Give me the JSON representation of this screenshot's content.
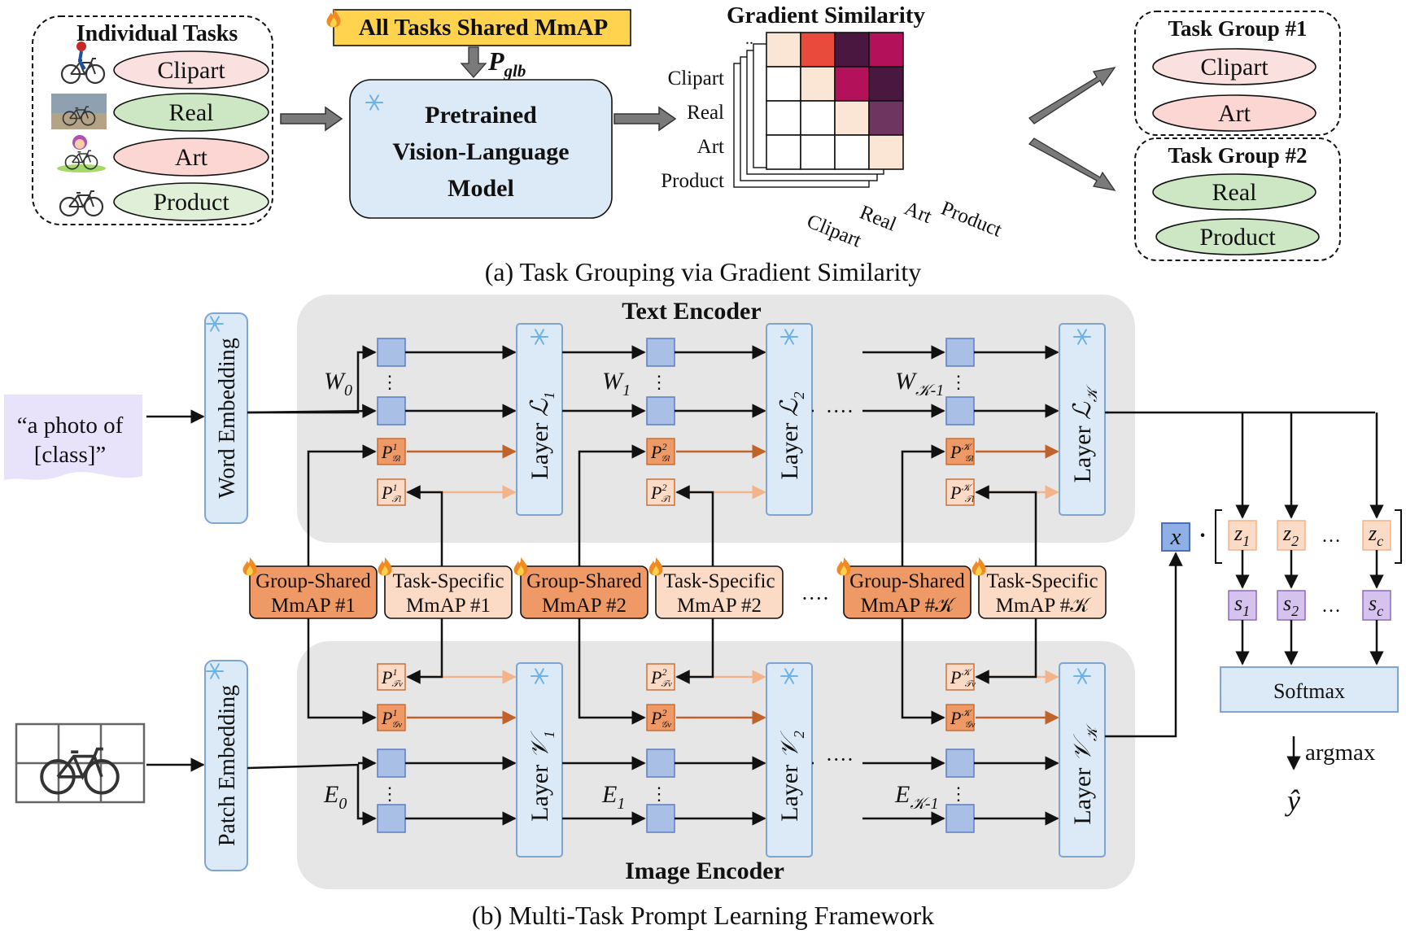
{
  "part_a": {
    "caption": "(a) Task Grouping via Gradient Similarity",
    "individual_tasks": {
      "title": "Individual Tasks",
      "tasks": [
        "Clipart",
        "Real",
        "Art",
        "Product"
      ]
    },
    "shared_mmap_label": "All Tasks Shared MmAP",
    "p_glb": "P",
    "p_glb_sub": "glb",
    "model": {
      "line1": "Pretrained",
      "line2": "Vision-Language",
      "line3": "Model"
    },
    "gradient_similarity": {
      "title": "Gradient Similarity",
      "row_labels": [
        "Clipart",
        "Real",
        "Art",
        "Product"
      ],
      "col_labels": [
        "Clipart",
        "Real",
        "Art",
        "Product"
      ],
      "ellipsis": ".."
    },
    "task_groups": [
      {
        "title": "Task Group #1",
        "members": [
          "Clipart",
          "Art"
        ]
      },
      {
        "title": "Task Group #2",
        "members": [
          "Real",
          "Product"
        ]
      }
    ]
  },
  "part_b": {
    "caption": "(b) Multi-Task Prompt Learning Framework",
    "text_encoder_title": "Text Encoder",
    "image_encoder_title": "Image Encoder",
    "text_input": {
      "line1": "“a photo of",
      "line2": "[class]”"
    },
    "word_embedding": "Word Embedding",
    "patch_embedding": "Patch Embedding",
    "text_layers": [
      {
        "word": "Layer",
        "sym": "ℒ",
        "idx": "1"
      },
      {
        "word": "Layer",
        "sym": "ℒ",
        "idx": "2"
      },
      {
        "word": "Layer",
        "sym": "ℒ",
        "idx": "𝒦"
      }
    ],
    "image_layers": [
      {
        "word": "Layer",
        "sym": "𝒱",
        "idx": "1"
      },
      {
        "word": "Layer",
        "sym": "𝒱",
        "idx": "2"
      },
      {
        "word": "Layer",
        "sym": "𝒱",
        "idx": "𝒦"
      }
    ],
    "text_weights": [
      {
        "sym": "W",
        "sub": "0"
      },
      {
        "sym": "W",
        "sub": "1"
      },
      {
        "sym": "W",
        "sub": "𝒦-1"
      }
    ],
    "image_embeds": [
      {
        "sym": "E",
        "sub": "0"
      },
      {
        "sym": "E",
        "sub": "1"
      },
      {
        "sym": "E",
        "sub": "𝒦-1"
      }
    ],
    "prompt_sups": [
      "1",
      "2",
      "𝒦"
    ],
    "prompt_g_text_sub": "𝒢l",
    "prompt_t_text_sub": "𝒯l",
    "prompt_t_img_sub": "𝒯v",
    "prompt_g_img_sub": "𝒢v",
    "mmap_modules": [
      {
        "group_line1": "Group-Shared",
        "group_line2": "MmAP #1",
        "task_line1": "Task-Specific",
        "task_line2": "MmAP #1"
      },
      {
        "group_line1": "Group-Shared",
        "group_line2": "MmAP #2",
        "task_line1": "Task-Specific",
        "task_line2": "MmAP #2"
      },
      {
        "group_line1": "Group-Shared",
        "group_line2": "MmAP #𝒦",
        "task_line1": "Task-Specific",
        "task_line2": "MmAP #𝒦"
      }
    ],
    "dots": "····",
    "vdots": "⋮",
    "hdots": "…",
    "x_label": "x",
    "dot_op": "·",
    "z_labels": [
      {
        "sym": "z",
        "sub": "1"
      },
      {
        "sym": "z",
        "sub": "2"
      },
      {
        "sym": "z",
        "sub": "c"
      }
    ],
    "s_labels": [
      {
        "sym": "s",
        "sub": "1"
      },
      {
        "sym": "s",
        "sub": "2"
      },
      {
        "sym": "s",
        "sub": "c"
      }
    ],
    "softmax": "Softmax",
    "argmax": "argmax",
    "y_hat": "ŷ"
  },
  "colors": {
    "encoder_bg": "#e6e6e6",
    "layer_fill": "#dce9f6",
    "layer_stroke": "#7fa4cf",
    "token_fill": "#a9bfe6",
    "token_stroke": "#5b7fc0",
    "group_prompt_fill": "#ef9a66",
    "task_prompt_fill": "#fbdac6",
    "group_arrow": "#c0632a",
    "task_arrow": "#f3b48c",
    "shared_mmap_fill": "#ffd34d",
    "model_fill": "#dce9f6",
    "clipart_fill": "#fbe0e0",
    "real_fill": "#cde6c4",
    "art_fill": "#fbd6d2",
    "product_fill": "#e0efd8",
    "s_fill": "#d5c3ee",
    "softmax_fill": "#dce9f6"
  },
  "icons": [
    "fire-icon",
    "snowflake-icon",
    "bike-rider-icon",
    "bike-photo-icon",
    "bike-cartoon-icon",
    "bike-sketch-icon",
    "bike-grid-image-icon"
  ]
}
